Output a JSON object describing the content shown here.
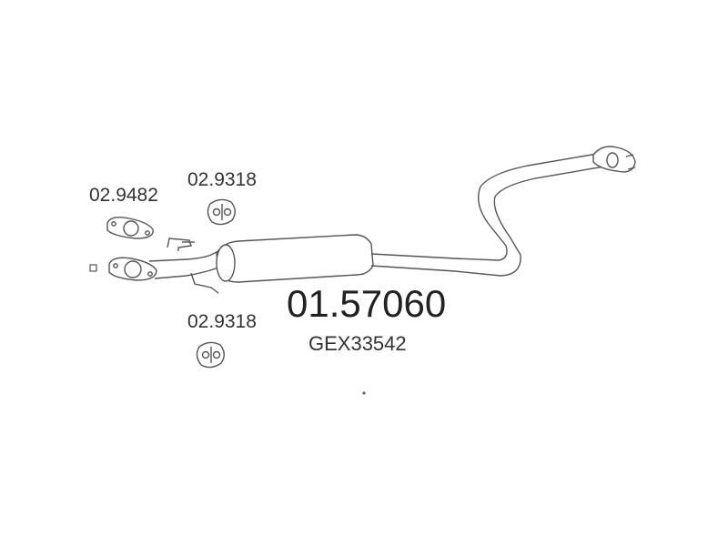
{
  "labels": {
    "gasket_code": "02.9482",
    "hanger_top_code": "02.9318",
    "hanger_bottom_code": "02.9318",
    "part_number": "01.57060",
    "reference_number": "GEX33542"
  },
  "colors": {
    "line": "#555555",
    "text": "#333333",
    "background": "#ffffff"
  },
  "icons": {
    "gasket": "flange-gasket-icon",
    "hanger": "rubber-hanger-icon",
    "silencer": "middle-silencer-icon"
  }
}
